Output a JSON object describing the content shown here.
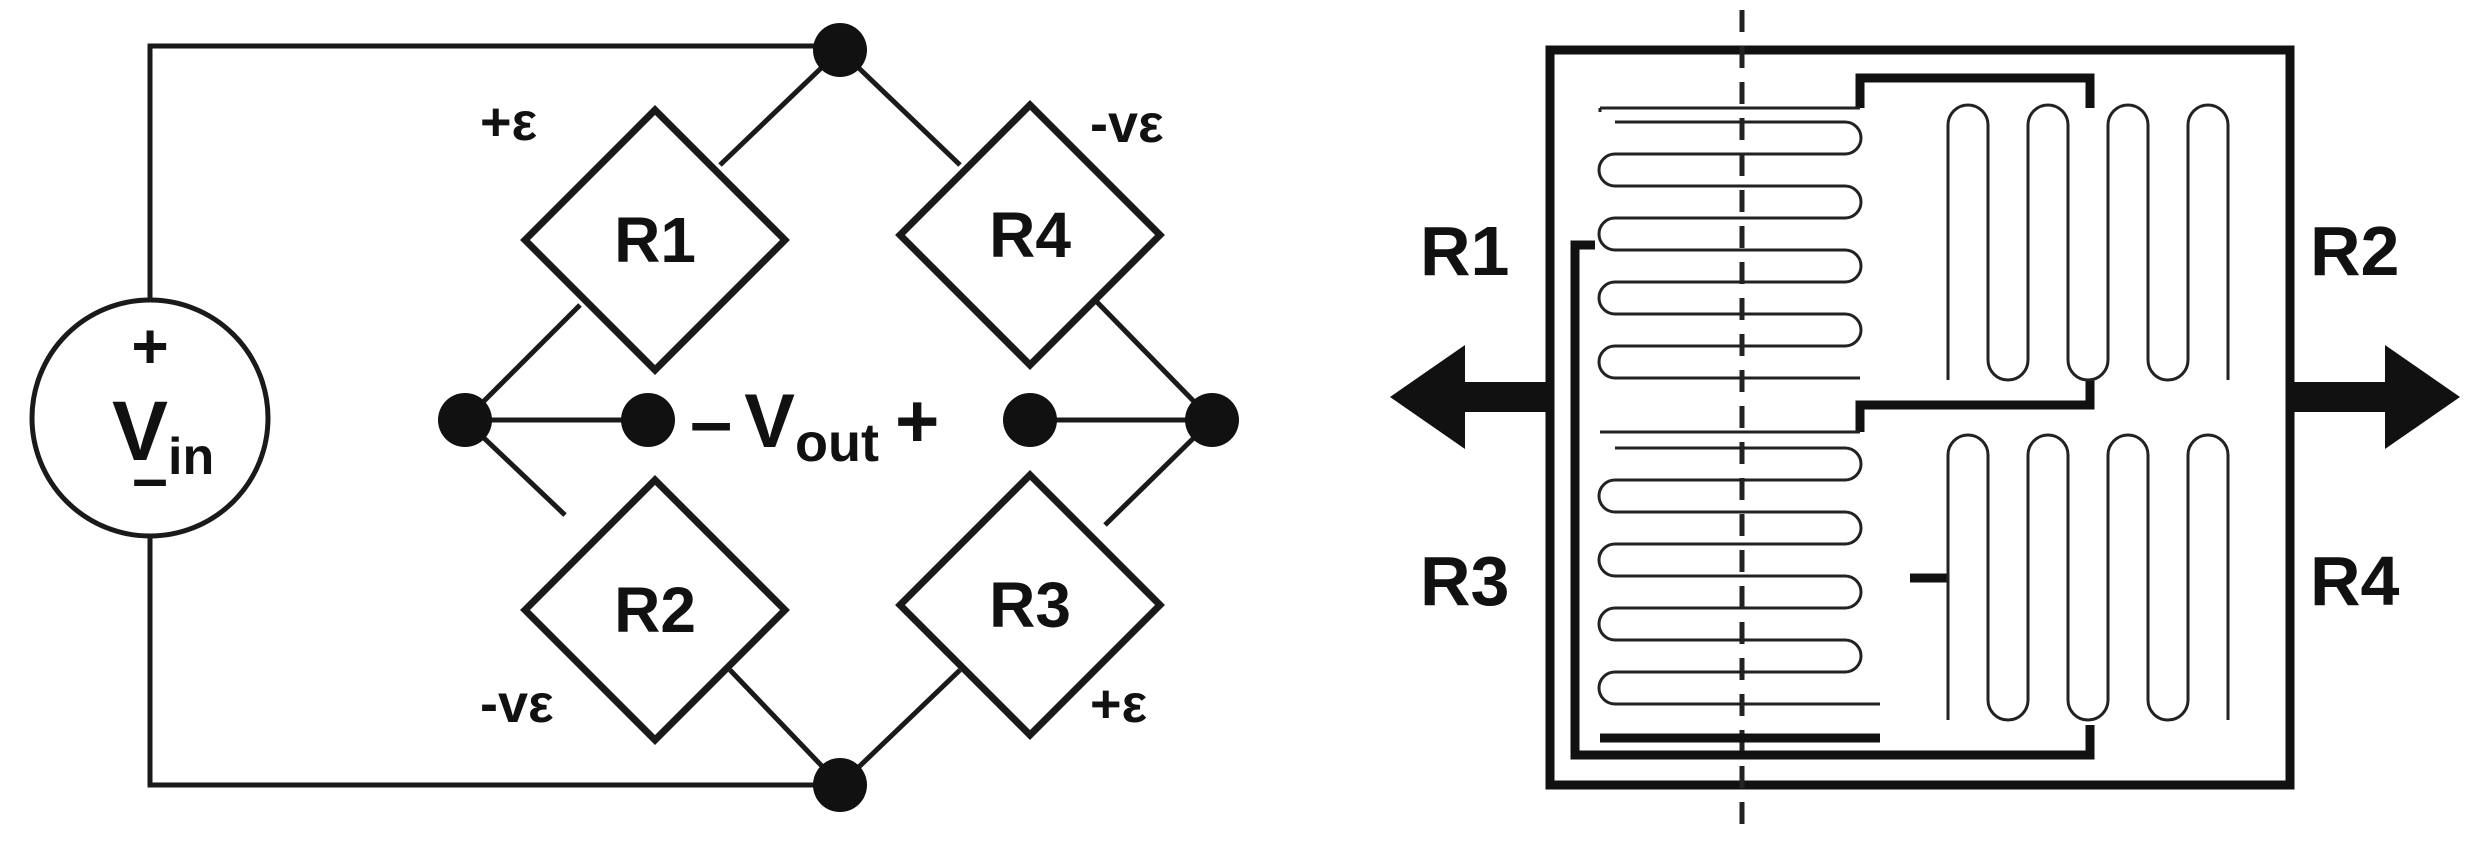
{
  "bridge": {
    "resistors": [
      {
        "id": "r1",
        "label": "R1",
        "strain": "+ε"
      },
      {
        "id": "r4",
        "label": "R4",
        "strain": "-vε"
      },
      {
        "id": "r2",
        "label": "R2",
        "strain": "-vε"
      },
      {
        "id": "r3",
        "label": "R3",
        "strain": "+ε"
      }
    ],
    "source": {
      "plus": "+",
      "v": "V",
      "sub": "in",
      "minus": "–"
    },
    "output": {
      "minus": "–",
      "v": "V",
      "sub": "out",
      "plus": "+"
    }
  },
  "gauge": {
    "labels": [
      "R1",
      "R2",
      "R3",
      "R4"
    ]
  }
}
